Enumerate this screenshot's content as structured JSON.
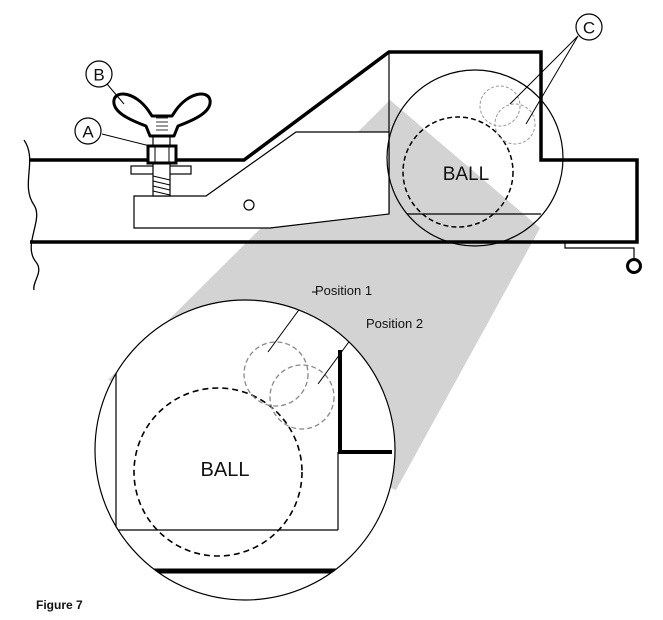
{
  "callouts": {
    "a": "A",
    "b": "B",
    "c": "C"
  },
  "labels": {
    "ball_main": "BALL",
    "ball_detail": "BALL",
    "position_1": "Position 1",
    "position_2": "Position 2"
  },
  "caption": "Figure 7"
}
